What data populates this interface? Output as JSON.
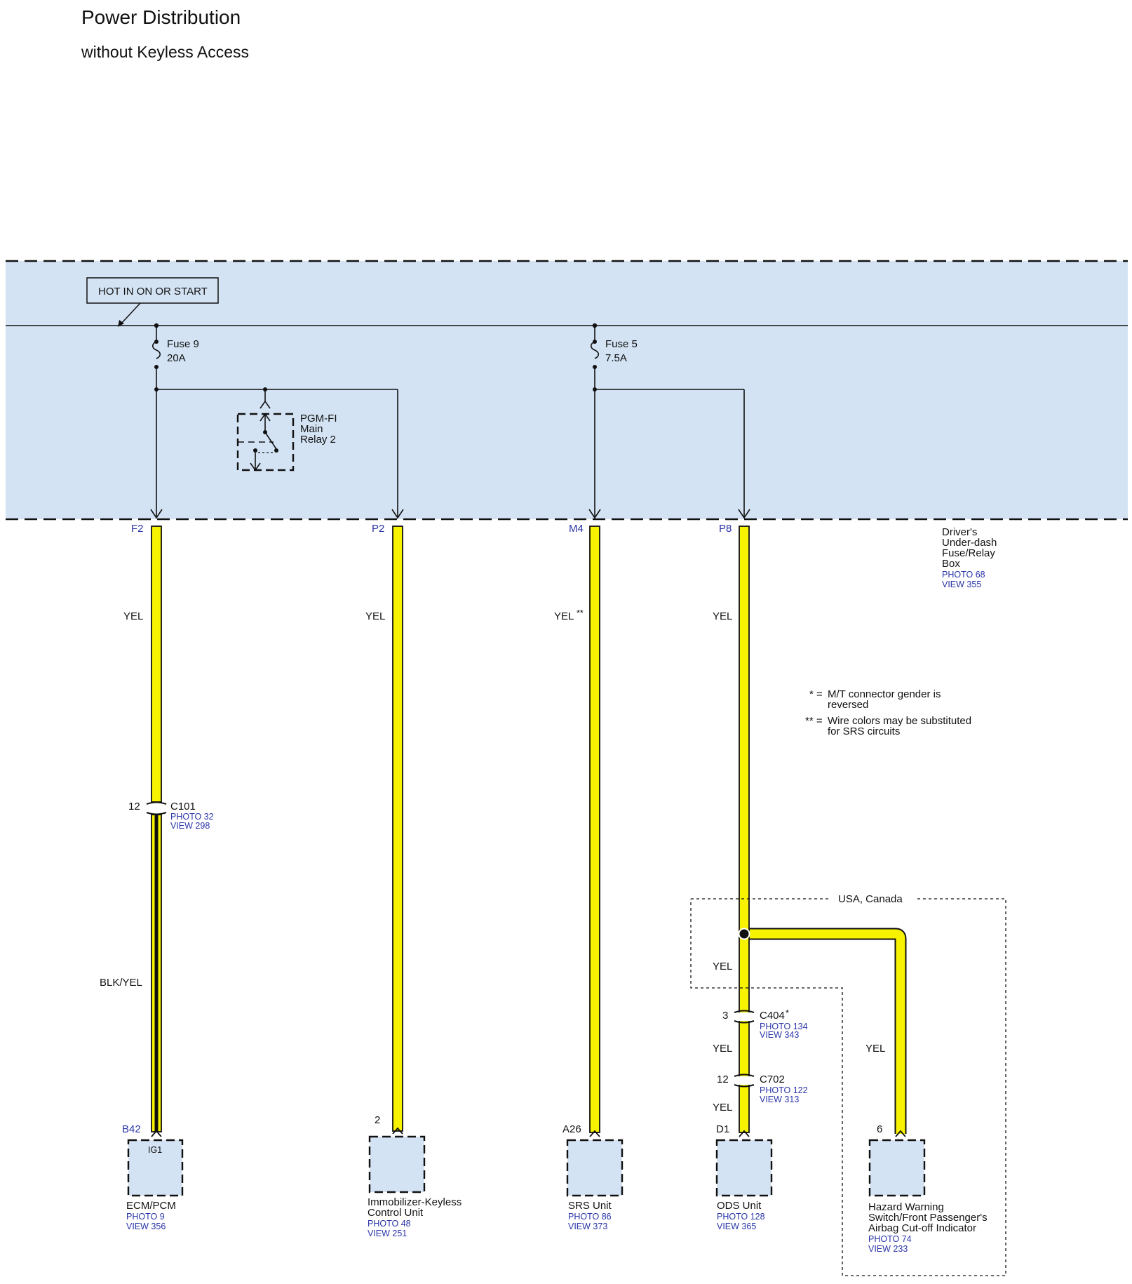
{
  "title": "Power Distribution",
  "subtitle": "without Keyless Access",
  "hot_label": "HOT IN ON OR START",
  "fuses": [
    {
      "name": "Fuse 9",
      "rating": "20A"
    },
    {
      "name": "Fuse 5",
      "rating": "7.5A"
    }
  ],
  "relay": {
    "line1": "PGM-FI",
    "line2": "Main",
    "line3": "Relay 2"
  },
  "fuse_box": {
    "line1": "Driver's",
    "line2": "Under-dash",
    "line3": "Fuse/Relay",
    "line4": "Box",
    "photo": "PHOTO 68",
    "view": "VIEW 355"
  },
  "terminals": [
    "F2",
    "P2",
    "M4",
    "P8"
  ],
  "wires": {
    "f2_upper": "YEL",
    "f2_lower": "BLK/YEL",
    "p2": "YEL",
    "m4": "YEL",
    "m4_mark": "**",
    "p8": "YEL",
    "ods_1": "YEL",
    "ods_2": "YEL",
    "ods_3": "YEL",
    "hazard": "YEL"
  },
  "notes": [
    {
      "mark": "* =",
      "line1": "M/T connector gender is",
      "line2": "reversed"
    },
    {
      "mark": "** =",
      "line1": "Wire colors may be substituted",
      "line2": "for SRS circuits"
    }
  ],
  "connectors": {
    "c101": {
      "pin": "12",
      "name": "C101",
      "photo": "PHOTO 32",
      "view": "VIEW 298"
    },
    "c404": {
      "pin": "3",
      "name": "C404",
      "mark": "*",
      "photo": "PHOTO 134",
      "view": "VIEW 343"
    },
    "c702": {
      "pin": "12",
      "name": "C702",
      "photo": "PHOTO 122",
      "view": "VIEW 313"
    }
  },
  "region_label": "USA, Canada",
  "components": [
    {
      "pin": "B42",
      "inner": "IG1",
      "line1": "ECM/PCM",
      "photo": "PHOTO 9",
      "view": "VIEW 356"
    },
    {
      "pin": "2",
      "line1": "Immobilizer-Keyless",
      "line2": "Control Unit",
      "photo": "PHOTO 48",
      "view": "VIEW 251"
    },
    {
      "pin": "A26",
      "line1": "SRS Unit",
      "photo": "PHOTO 86",
      "view": "VIEW 373"
    },
    {
      "pin": "D1",
      "line1": "ODS Unit",
      "photo": "PHOTO 128",
      "view": "VIEW 365"
    },
    {
      "pin": "6",
      "line1": "Hazard Warning",
      "line2": "Switch/Front Passenger's",
      "line3": "Airbag Cut-off Indicator",
      "photo": "PHOTO 74",
      "view": "VIEW 233"
    }
  ],
  "colors": {
    "box_fill": "#d3e3f4",
    "wire": "#f7f200",
    "wire_outline": "#111111",
    "link_blue": "#2a35a8"
  }
}
